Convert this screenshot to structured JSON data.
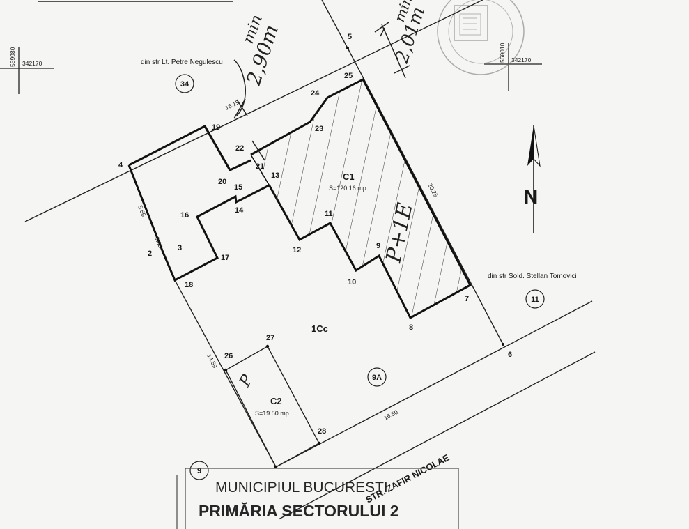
{
  "coordinates": {
    "left": {
      "x": "559980",
      "y": "342170"
    },
    "right": {
      "x": "560010",
      "y": "342170"
    }
  },
  "streets": {
    "top": "din str Lt. Petre Negulescu",
    "right": "din str Sold. Stellan Tomovici",
    "bottom": "STR. ZAFIR NICOLAE"
  },
  "parcels": {
    "n34": "34",
    "n11": "11",
    "n9a": "9A",
    "n9": "9",
    "main": "1Cc"
  },
  "buildings": {
    "c1": {
      "name": "C1",
      "area": "S=120.16 mp"
    },
    "c2": {
      "name": "C2",
      "area": "S=19.50 mp"
    }
  },
  "points": {
    "p2": "2",
    "p3": "3",
    "p4": "4",
    "p5": "5",
    "p6": "6",
    "p7": "7",
    "p8": "8",
    "p9": "9",
    "p10": "10",
    "p11": "11",
    "p12": "12",
    "p13": "13",
    "p14": "14",
    "p15": "15",
    "p16": "16",
    "p17": "17",
    "p18": "18",
    "p19": "19",
    "p20": "20",
    "p21": "21",
    "p22": "22",
    "p23": "23",
    "p24": "24",
    "p25": "25",
    "p26": "26",
    "p27": "27",
    "p28": "28"
  },
  "dimensions": {
    "d1": "15.19",
    "d2": "5.56",
    "d3": "0.65",
    "d4": "20.25",
    "d5": "14.59",
    "d6": "15.50"
  },
  "handwriting": {
    "min_left": "min",
    "dist_left": "2,90m",
    "min_right": "min",
    "dist_right": "2,01m",
    "c1_note": "P+1E",
    "c2_note": "P"
  },
  "north": "N",
  "stamp_title": {
    "line1": "MUNICIPIUL BUCURESTI",
    "line2": "PRIMĂRIA SECTORULUI 2"
  }
}
